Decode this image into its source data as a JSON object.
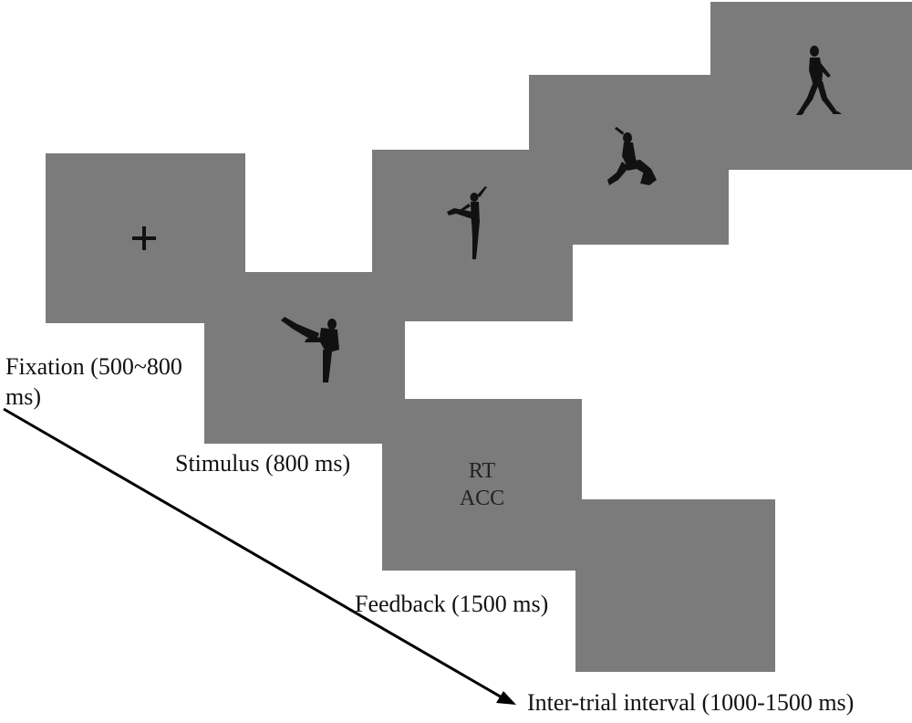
{
  "colors": {
    "screen": "#7b7b7b",
    "figure": "#111111",
    "arrow": "#000000",
    "background": "#ffffff"
  },
  "fixation": {
    "symbol": "+",
    "label": "Fixation (500~800",
    "label_cont": "ms)"
  },
  "stimulus": {
    "label": "Stimulus (800 ms)",
    "icons": [
      "karate-kick-silhouette-icon",
      "ballet-dancer-silhouette-icon",
      "jumping-person-silhouette-icon",
      "walking-man-silhouette-icon"
    ]
  },
  "feedback": {
    "line1": "RT",
    "line2": "ACC",
    "label": "Feedback (1500 ms)"
  },
  "iti": {
    "label": "Inter-trial interval (1000-1500 ms)"
  }
}
